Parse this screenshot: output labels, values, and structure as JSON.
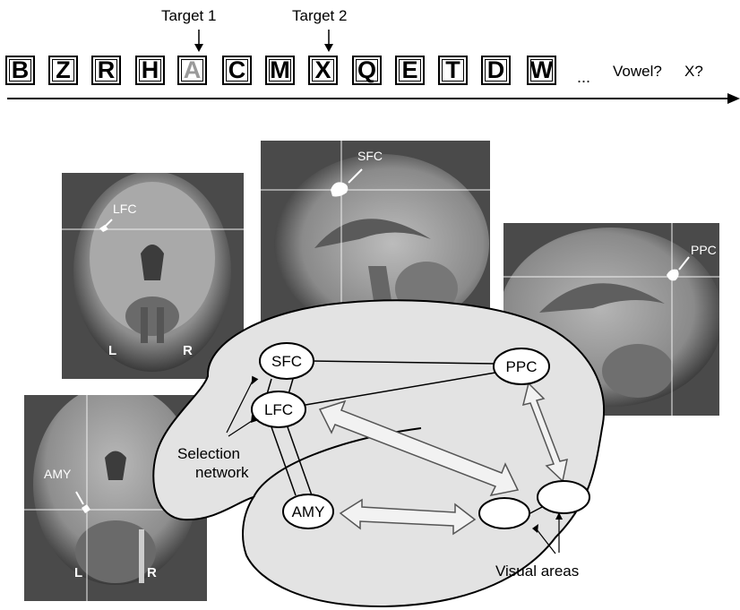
{
  "timeline": {
    "target1_label": "Target 1",
    "target2_label": "Target 2",
    "letters": [
      "B",
      "Z",
      "R",
      "H",
      "A",
      "C",
      "M",
      "X",
      "Q",
      "E",
      "T",
      "D",
      "W"
    ],
    "faded_letter": "A",
    "ellipsis": "...",
    "question1": "Vowel?",
    "question2": "X?"
  },
  "scans": {
    "coronal_top": {
      "roi_label": "LFC",
      "left_label": "L",
      "right_label": "R"
    },
    "sagittal_top": {
      "roi_label": "SFC"
    },
    "sagittal_right": {
      "roi_label": "PPC"
    },
    "coronal_bottom": {
      "roi_label": "AMY",
      "left_label": "L",
      "right_label": "R"
    }
  },
  "network": {
    "nodes": {
      "sfc": "SFC",
      "lfc": "LFC",
      "ppc": "PPC",
      "amy": "AMY"
    },
    "selection_label_line1": "Selection",
    "selection_label_line2": "network",
    "visual_label": "Visual areas"
  },
  "colors": {
    "brain_fill": "#e3e3e3",
    "arrow_fill": "#f2f2f2",
    "scan_bg": "#4a4a4a",
    "faded_letter": "#9a9a9a"
  }
}
